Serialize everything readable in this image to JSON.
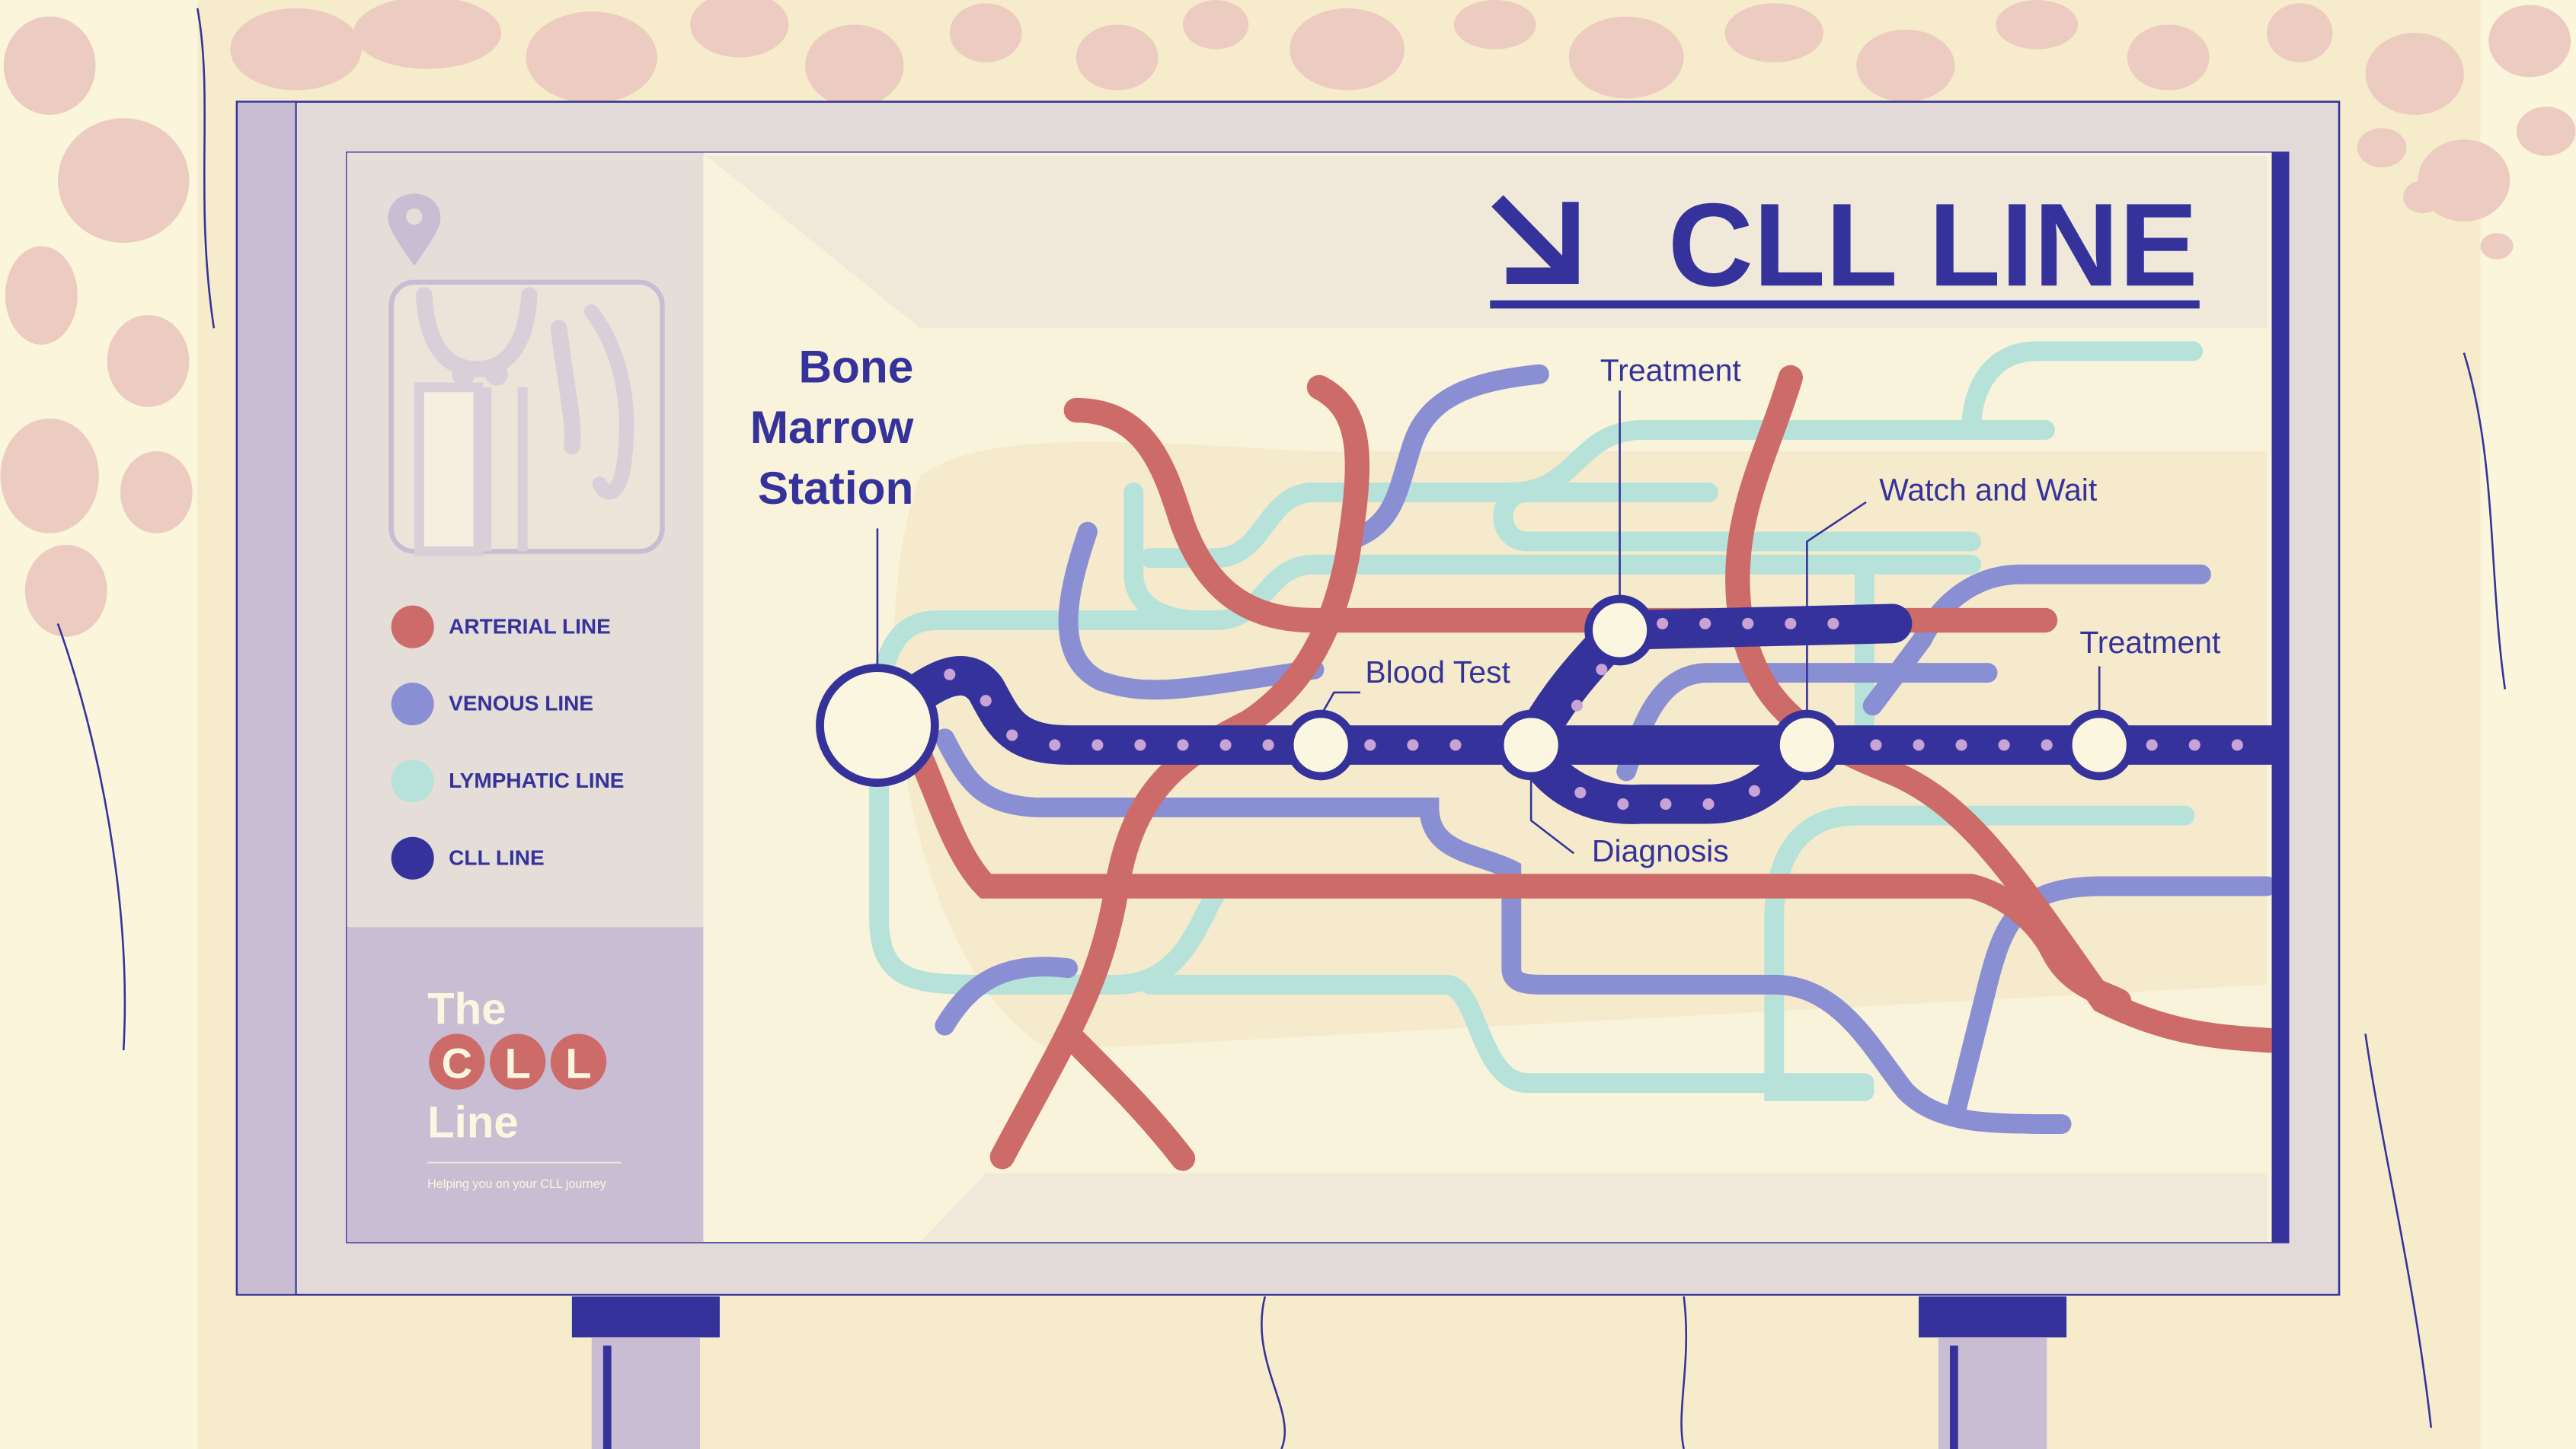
{
  "sign": {
    "title": "CLL LINE",
    "icons": {
      "title_arrow": "arrow-down-right-icon",
      "location": "location-pin-icon",
      "illustration": "bone-marrow-illustration"
    }
  },
  "legend": {
    "items": [
      {
        "label": "ARTERIAL LINE",
        "color": "#cc6b68"
      },
      {
        "label": "VENOUS LINE",
        "color": "#8a8fd3"
      },
      {
        "label": "LYMPHATIC LINE",
        "color": "#b6e2d9"
      },
      {
        "label": "CLL LINE",
        "color": "#35339b"
      }
    ]
  },
  "logo": {
    "top": "The",
    "letters": [
      "C",
      "L",
      "L"
    ],
    "bottom": "Line",
    "tagline": "Helping you on your CLL journey"
  },
  "stations": {
    "origin_lines": [
      "Bone",
      "Marrow",
      "Station"
    ],
    "blood_test": "Blood Test",
    "treatment_upper": "Treatment",
    "watch_and_wait": "Watch and Wait",
    "treatment_right": "Treatment",
    "diagnosis": "Diagnosis"
  },
  "colors": {
    "cll": "#35339b",
    "arterial": "#cc6b68",
    "venous": "#8a8fd3",
    "lymphatic": "#b6e2d9",
    "station_fill": "#fbf6df",
    "background": "#fbf5dc",
    "panel": "#c8bdd2"
  }
}
